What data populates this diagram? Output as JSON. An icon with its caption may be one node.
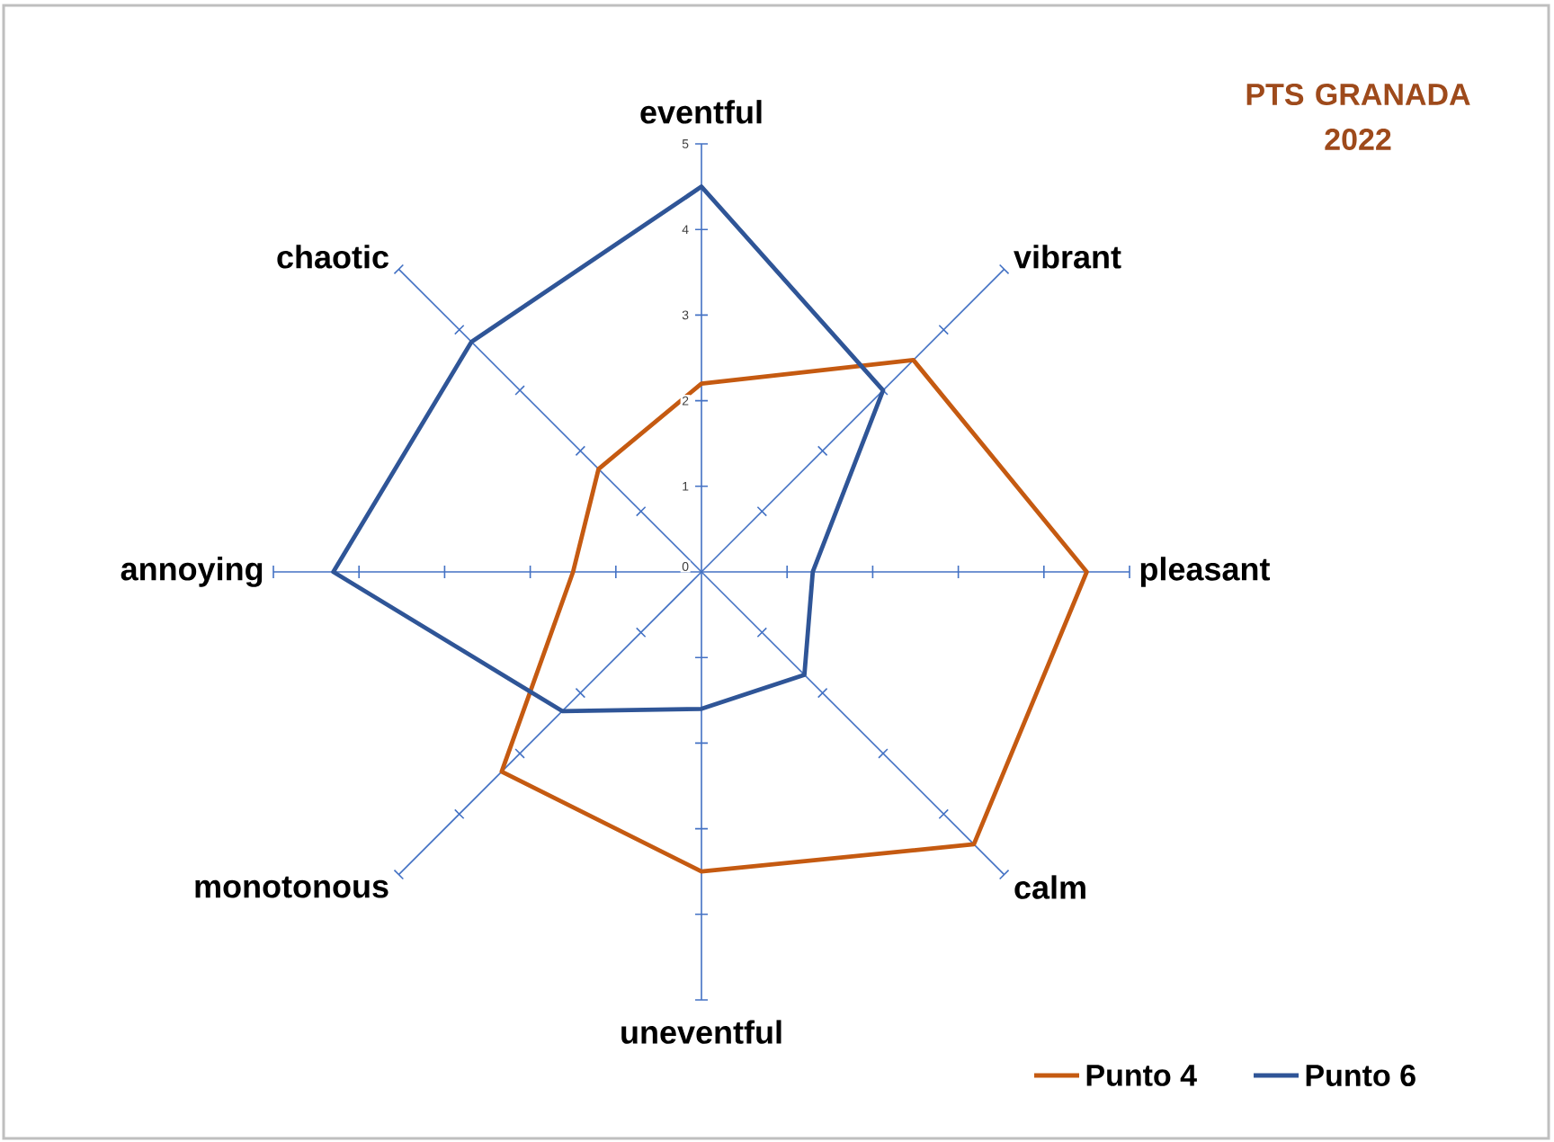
{
  "diagram": {
    "title": "PTS GRANADA 2022",
    "labels": [
      "eventful",
      "5",
      "4",
      "chaotic",
      "vibrant",
      "3",
      "2",
      "1",
      "annoying",
      "0",
      "pleasant",
      "monotonous",
      "calm",
      "uneventful"
    ],
    "legend": [
      {
        "text": "Punto 4"
      },
      {
        "text": "Punto 6"
      }
    ]
  }
}
